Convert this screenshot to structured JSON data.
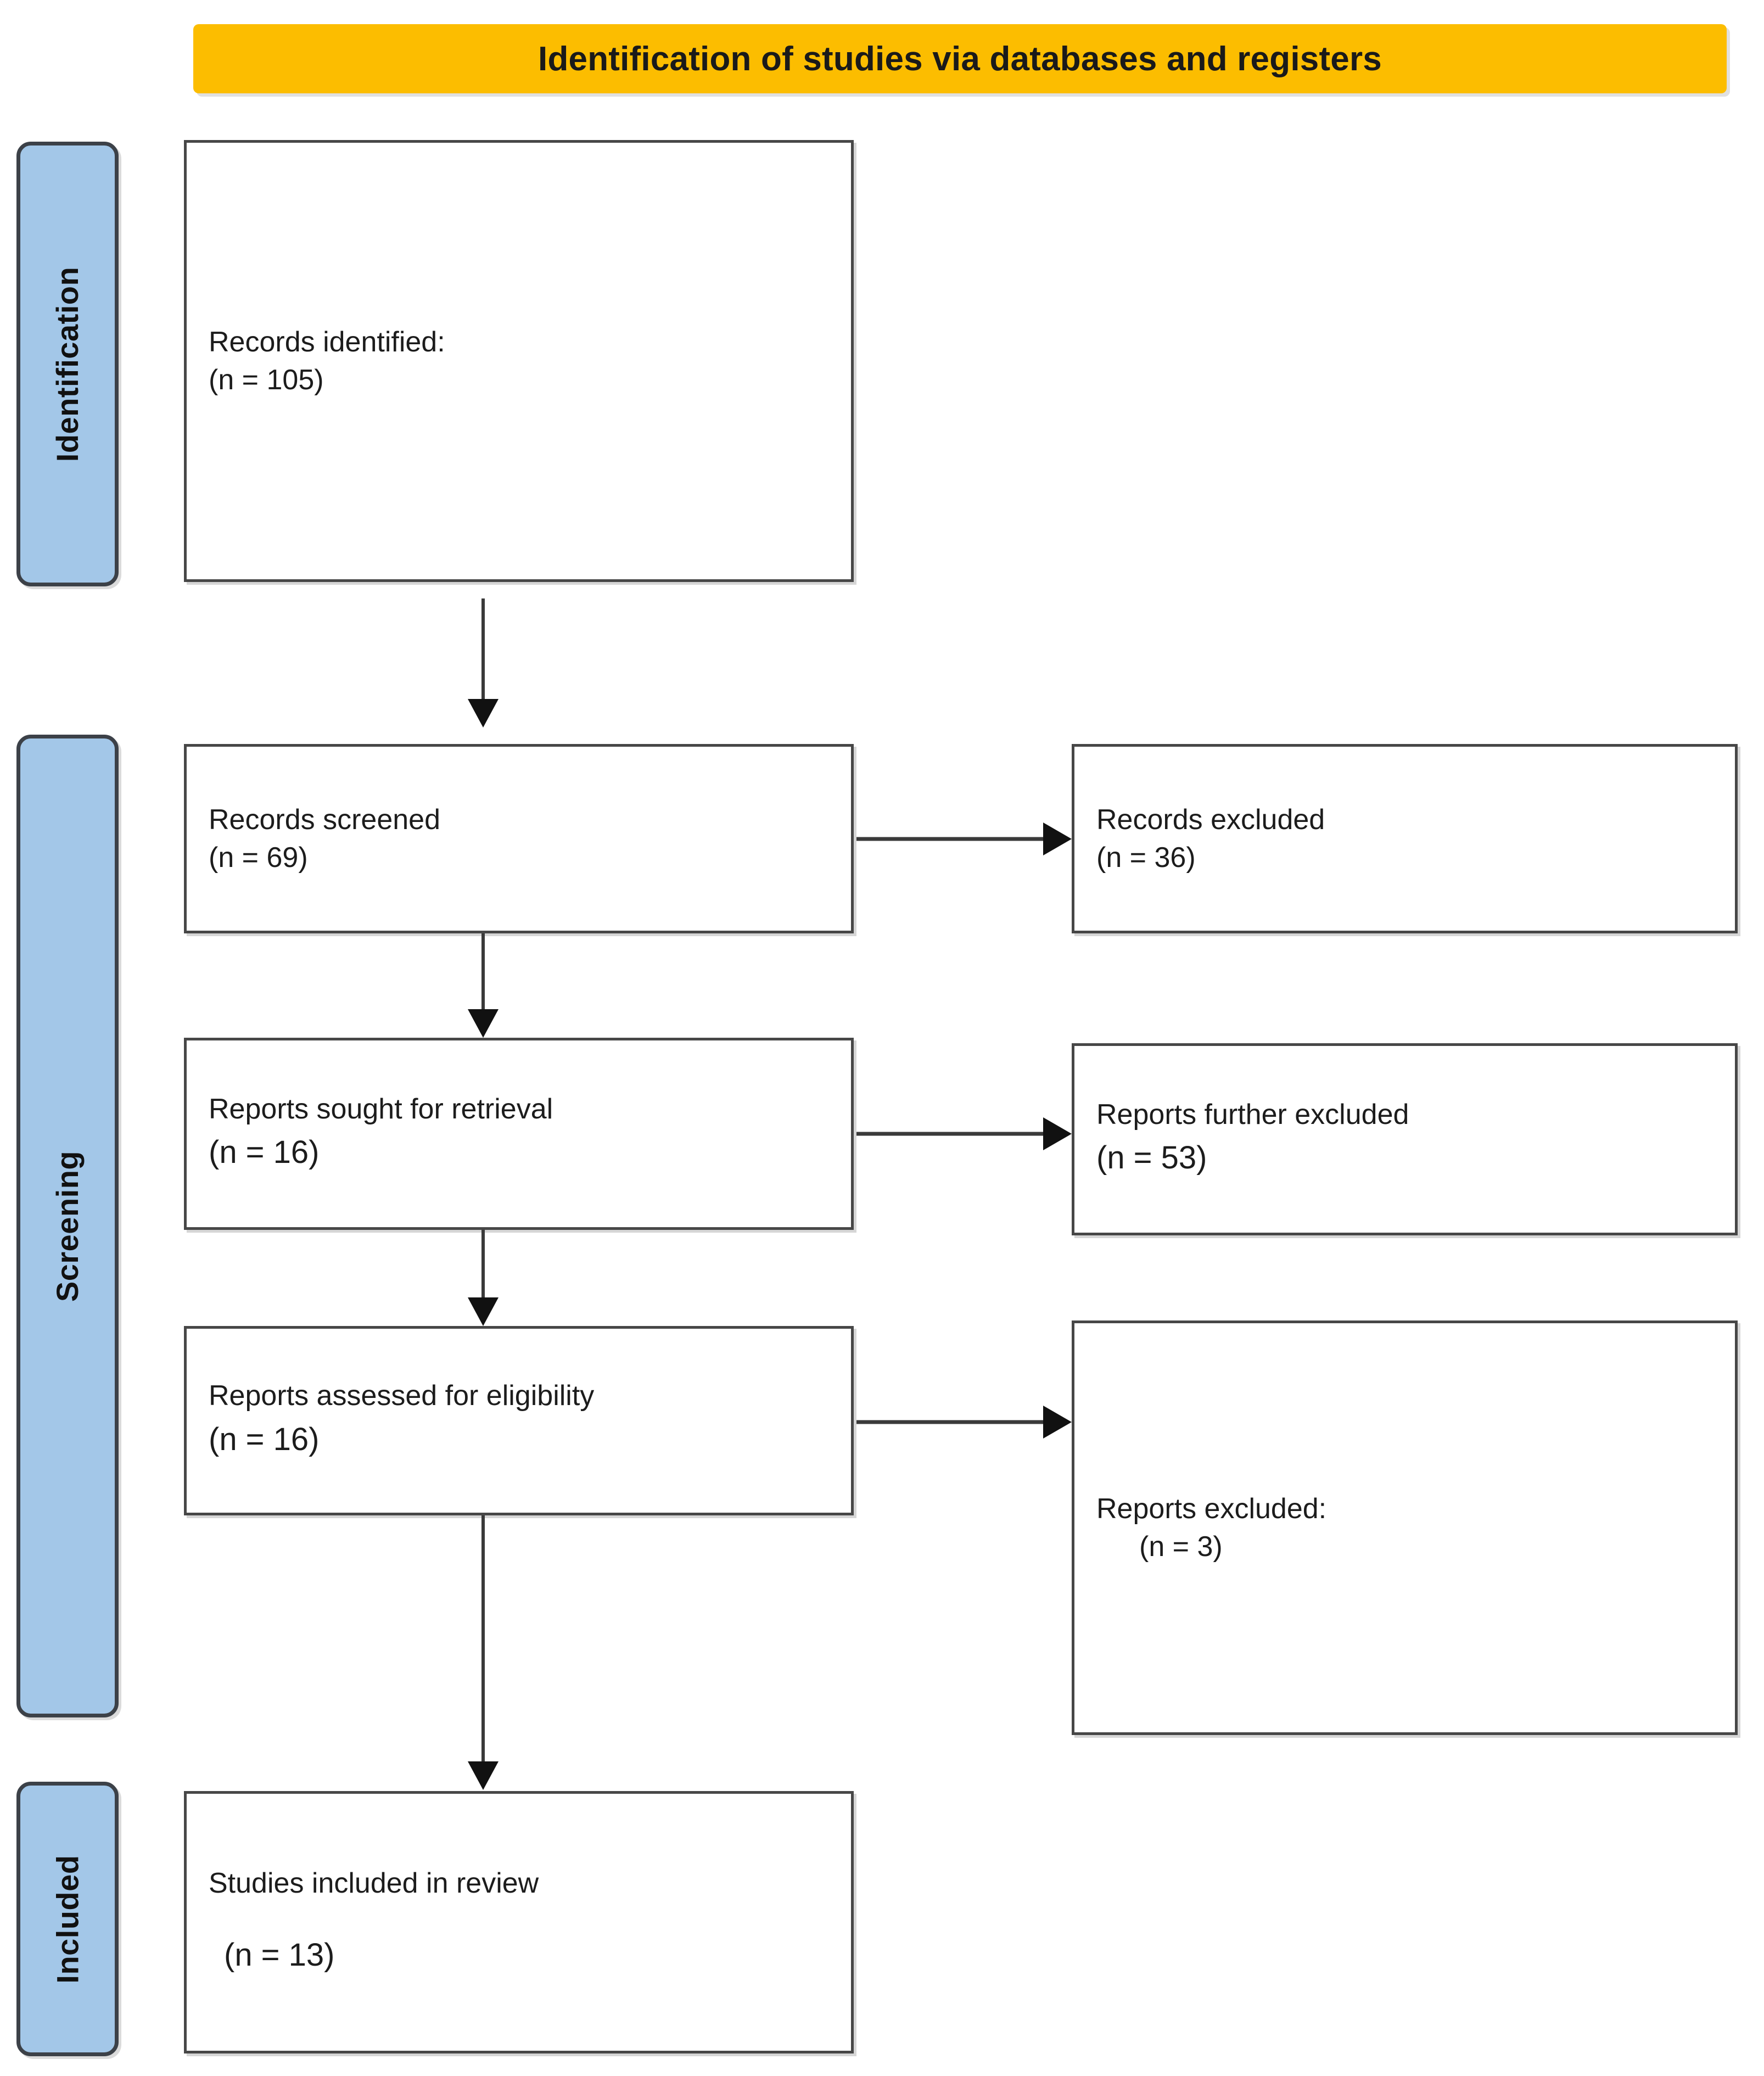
{
  "diagram": {
    "type": "prisma-flow-diagram",
    "banner": {
      "title": "Identification of studies via databases and registers",
      "color": "#FCBD00"
    },
    "stages": [
      {
        "id": "identification",
        "label": "Identification",
        "color": "#A3C7E8"
      },
      {
        "id": "screening",
        "label": "Screening",
        "color": "#A3C7E8"
      },
      {
        "id": "included",
        "label": "Included",
        "color": "#A3C7E8"
      }
    ],
    "boxes": {
      "records_identified": {
        "line1": "Records identified:",
        "line2": "(n = 105)"
      },
      "records_screened": {
        "line1": "Records screened",
        "line2": "(n = 69)"
      },
      "records_excluded": {
        "line1": "Records excluded",
        "line2": "(n = 36)"
      },
      "reports_sought": {
        "line1": "Reports sought for retrieval",
        "line2": "(n = 16)"
      },
      "reports_further_excluded": {
        "line1": "Reports further excluded",
        "line2": "(n = 53)"
      },
      "reports_assessed": {
        "line1": "Reports assessed for eligibility",
        "line2": "(n = 16)"
      },
      "reports_excluded_detail": {
        "line1": "Reports excluded:",
        "line2": "(n = 3)"
      },
      "studies_included": {
        "line1": "Studies included in review",
        "line2": "(n = 13)"
      }
    },
    "counts": {
      "records_identified": 105,
      "records_screened": 69,
      "records_excluded": 36,
      "reports_sought_for_retrieval": 16,
      "reports_further_excluded": 53,
      "reports_assessed_for_eligibility": 16,
      "reports_excluded": 3,
      "studies_included_in_review": 13
    }
  }
}
